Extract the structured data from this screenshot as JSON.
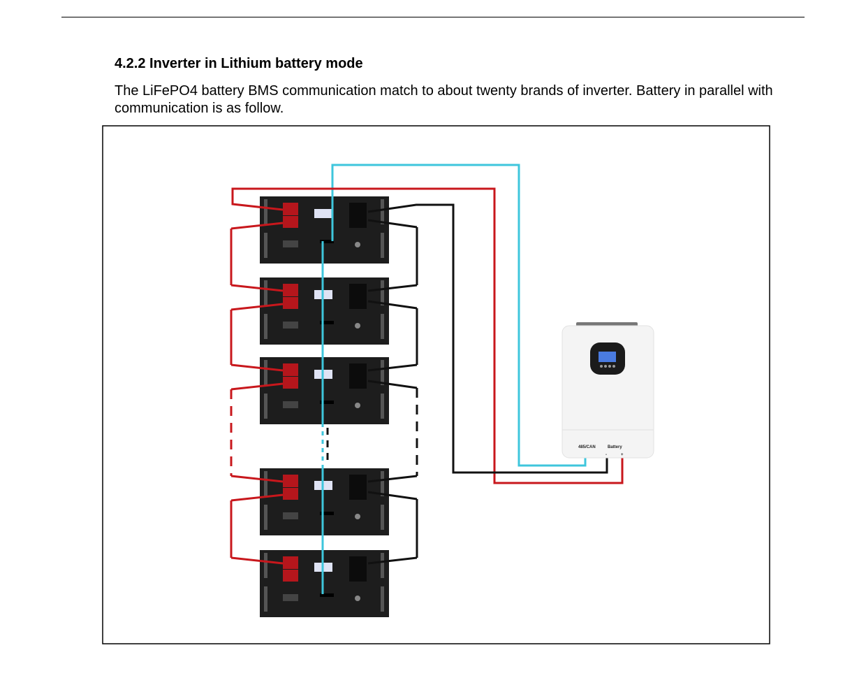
{
  "section": {
    "heading": "4.2.2 Inverter in Lithium battery mode",
    "paragraph": "The LiFePO4 battery BMS communication match to about twenty brands of inverter. Battery in parallel with communication is as follow."
  },
  "diagram": {
    "inverter": {
      "comm_port_label": "485/CAN",
      "battery_port_label": "Battery",
      "negative": "-",
      "positive": "+"
    },
    "wire_colors": {
      "communication": "#3ec6dc",
      "positive": "#c8171c",
      "negative": "#111111"
    }
  }
}
